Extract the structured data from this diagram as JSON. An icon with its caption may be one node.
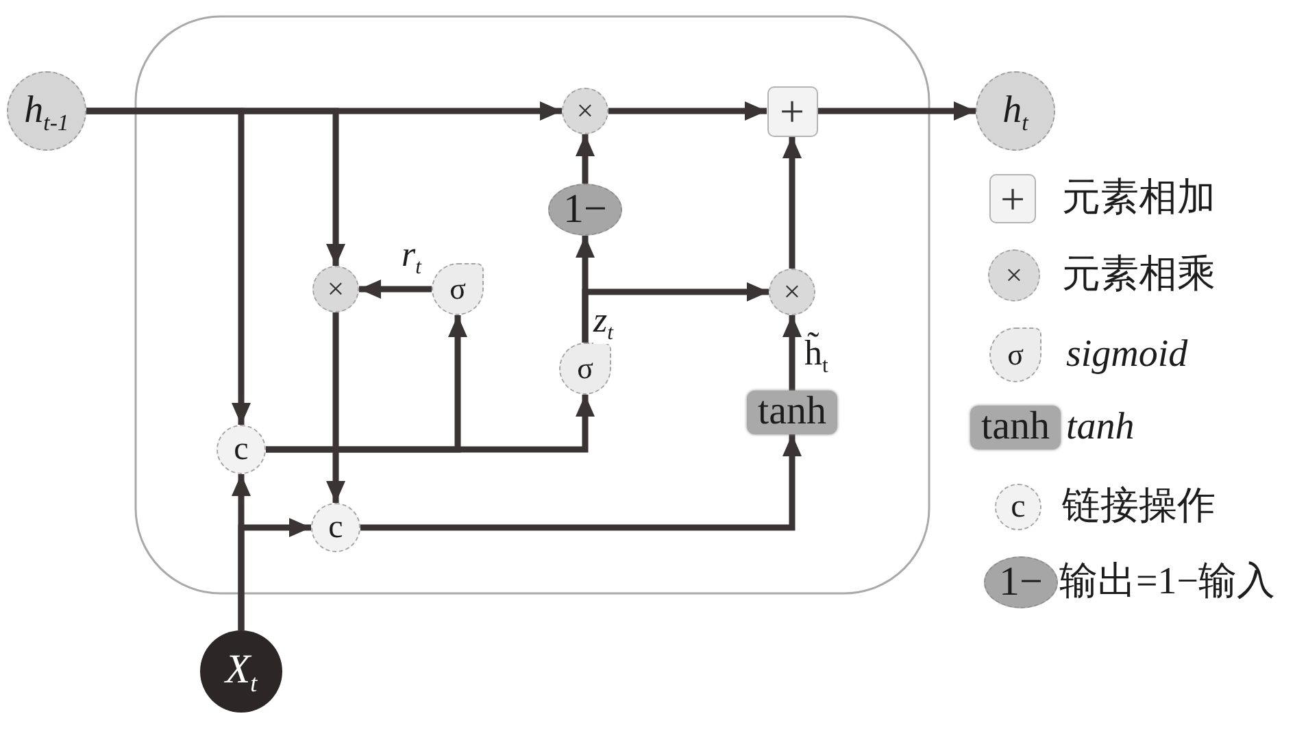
{
  "diagram": {
    "nodes": [
      {
        "text": [
          "h$_{t-1}$"
        ]
      },
      {
        "text": [
          "×"
        ]
      },
      {
        "text": [
          "+"
        ]
      },
      {
        "text": [
          "h$_{t}$"
        ]
      },
      {
        "text": [
          "1−"
        ]
      },
      {
        "text": [
          "×"
        ]
      },
      {
        "text": [
          "σ"
        ]
      },
      {
        "text": [
          "×"
        ]
      },
      {
        "text": [
          "σ"
        ]
      },
      {
        "text": [
          "tanh"
        ]
      },
      {
        "text": [
          "c"
        ]
      },
      {
        "text": [
          "c"
        ]
      },
      {
        "text": [
          "X$_{t}$"
        ]
      }
    ],
    "edges": [
      {
        "from": 0,
        "to": 1,
        "arrow": "to"
      },
      {
        "from": 0,
        "to": 10,
        "arrow": "to"
      },
      {
        "from": 0,
        "to": 5,
        "arrow": "to"
      },
      {
        "from": 1,
        "to": 2,
        "arrow": "to"
      },
      {
        "from": 2,
        "to": 3,
        "arrow": "to"
      },
      {
        "from": 4,
        "to": 1,
        "arrow": "to"
      },
      {
        "from": 8,
        "to": 4,
        "arrow": "to",
        "label": "z$_{t}$"
      },
      {
        "from": 8,
        "to": 7,
        "arrow": "to"
      },
      {
        "from": 7,
        "to": 2,
        "arrow": "to"
      },
      {
        "from": 9,
        "to": 7,
        "arrow": "to",
        "label": "h̃$_{t}$"
      },
      {
        "from": 6,
        "to": 5,
        "arrow": "to",
        "label": "r$_{t}$"
      },
      {
        "from": 5,
        "to": 11,
        "arrow": "to"
      },
      {
        "from": 10,
        "to": 6,
        "arrow": "to"
      },
      {
        "from": 10,
        "to": 8,
        "arrow": "to"
      },
      {
        "from": 12,
        "to": 10,
        "arrow": "to"
      },
      {
        "from": 12,
        "to": 11,
        "arrow": "to"
      },
      {
        "from": 11,
        "to": 9,
        "arrow": "to"
      }
    ],
    "labels": [
      "+",
      "×",
      "σ",
      "tanh",
      "c",
      "1−"
    ],
    "legend": [
      {
        "text": "元素相加"
      },
      {
        "text": "元素相乘"
      },
      {
        "text": "sigmoid"
      },
      {
        "text": "tanh"
      },
      {
        "text": "链接操作"
      },
      {
        "text": "输出=1−输入"
      }
    ]
  }
}
